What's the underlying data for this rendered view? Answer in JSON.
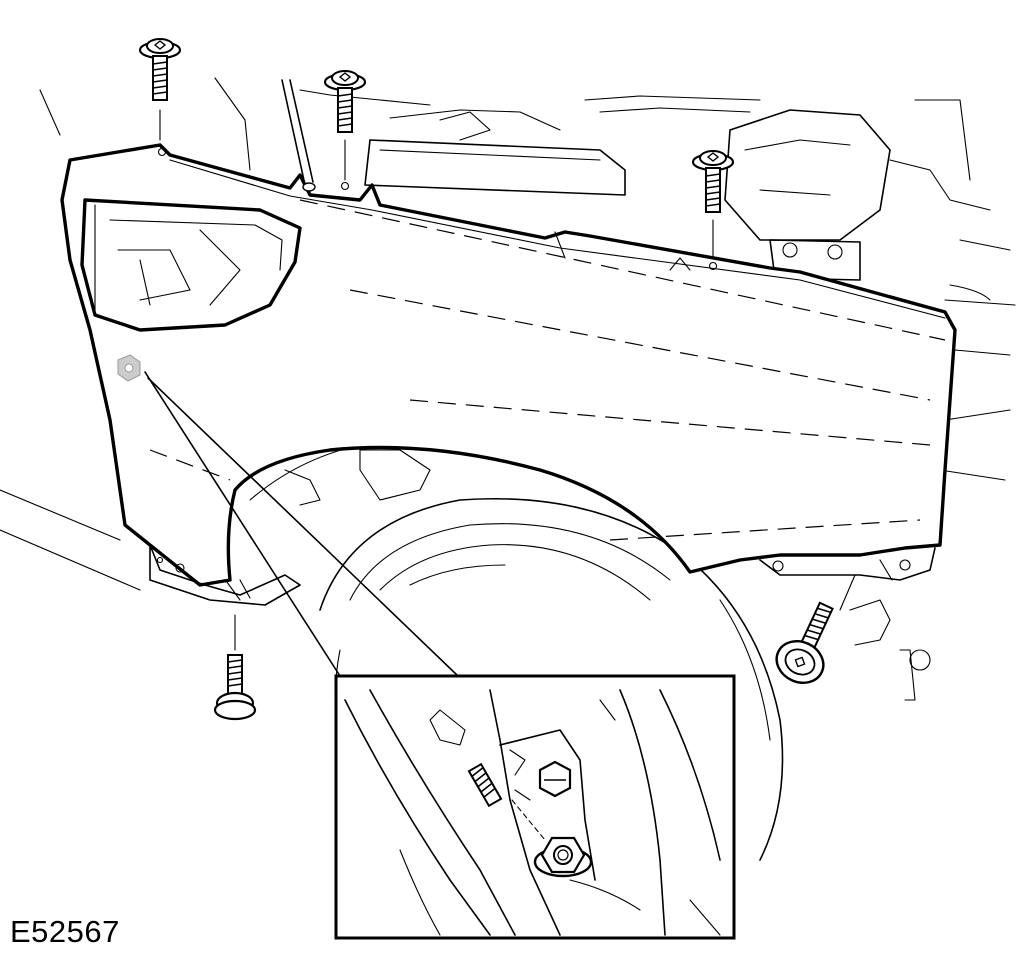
{
  "figure": {
    "id": "E52567"
  },
  "fasteners": {
    "top_bolts": 4,
    "lower_bolts": 2,
    "hidden_nut": 1
  },
  "colors": {
    "line": "#000000",
    "background": "#ffffff",
    "nut_marker": "#cccccc"
  }
}
